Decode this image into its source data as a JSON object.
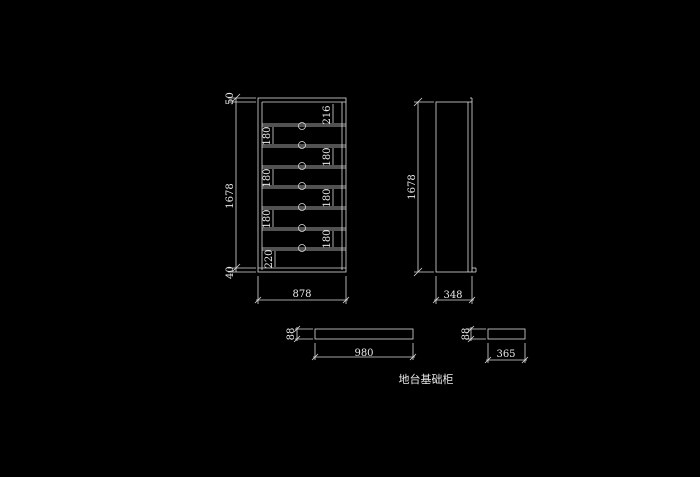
{
  "front_view": {
    "height_total": "1678",
    "width": "878",
    "top_gap": "50",
    "bottom_gap": "40",
    "shelf_labels": [
      "216",
      "180",
      "180",
      "180",
      "180",
      "180",
      "180",
      "220"
    ]
  },
  "side_view": {
    "height": "1678",
    "depth": "348"
  },
  "base_front": {
    "length": "980",
    "thickness": "88"
  },
  "base_side": {
    "length": "365",
    "thickness": "88"
  },
  "caption": "地台基础柜",
  "colors": {
    "background": "#000000",
    "line": "#e0e0e0"
  }
}
